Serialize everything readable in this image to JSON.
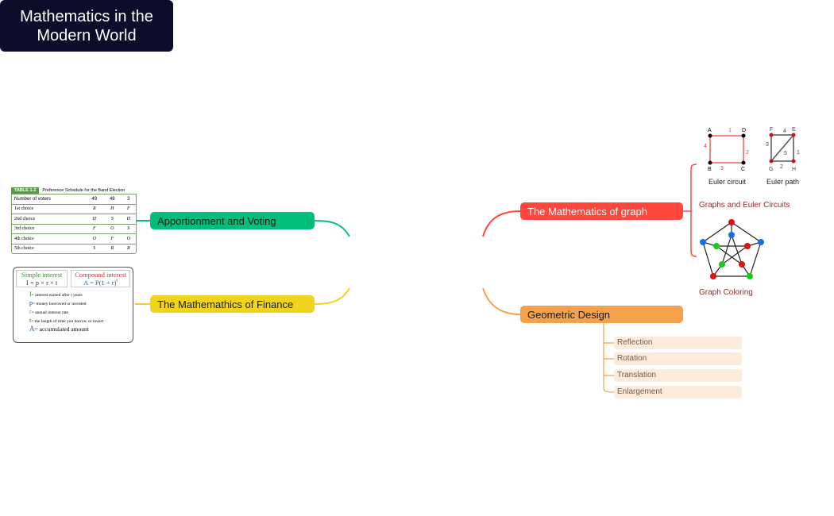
{
  "central": {
    "title": "Mathematics in the Modern World"
  },
  "left": [
    {
      "label": "Apportionment and Voting",
      "color": "#00bf7a"
    },
    {
      "label": "The Mathemathics of Finance",
      "color": "#f2d41c"
    }
  ],
  "right": [
    {
      "label": "The Mathematics of graph",
      "color": "#ff473d"
    },
    {
      "label": "Geometric Design",
      "color": "#f5a04a"
    }
  ],
  "geometric_items": [
    "Reflection",
    "Rotation",
    "Translation",
    "Enlargement"
  ],
  "graph_items": {
    "euler_label": "Graphs and Euler Circuits",
    "coloring_label": "Graph Coloring",
    "euler_circuit": "Euler circuit",
    "euler_path": "Euler path",
    "circuit_vertices": [
      "A",
      "D",
      "C",
      "B"
    ],
    "circuit_edges": [
      "1",
      "2",
      "3",
      "4"
    ],
    "path_vertices": [
      "F",
      "E",
      "H",
      "G"
    ],
    "path_edges": [
      "4",
      "1",
      "2",
      "3",
      "5"
    ]
  },
  "table": {
    "tag": "TABLE 1-2",
    "title": "Preference Schedule for the Band Election",
    "rows": [
      [
        "Number of voters",
        "49",
        "48",
        "3"
      ],
      [
        "1st choice",
        "R",
        "H",
        "F"
      ],
      [
        "2nd choice",
        "H",
        "S",
        "H"
      ],
      [
        "3rd choice",
        "F",
        "O",
        "S"
      ],
      [
        "4th choice",
        "O",
        "F",
        "O"
      ],
      [
        "5th choice",
        "S",
        "R",
        "R"
      ]
    ]
  },
  "finance": {
    "simple_title": "Simple interest",
    "simple_formula": "I = p × r × t",
    "compound_title": "Compound interest",
    "compound_formula": "A = P(1 + r)",
    "compound_exp": "t",
    "defs": [
      {
        "sym": "I",
        "text": "= interest earned after t years"
      },
      {
        "sym": "p",
        "text": "= money borrowed or invested"
      },
      {
        "sym": "r",
        "text": "= annual interest rate"
      },
      {
        "sym": "t",
        "text": "= the length of time you borrow or invest"
      },
      {
        "sym": "A",
        "text": "= accumulated amount"
      }
    ]
  }
}
